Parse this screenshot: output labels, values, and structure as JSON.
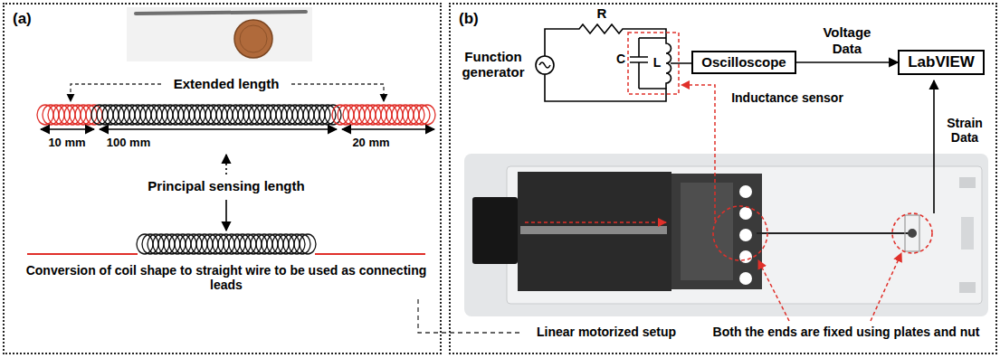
{
  "diagram": {
    "nodes": [
      {
        "text": [
          "(a)"
        ]
      },
      {
        "text": [
          "(b)"
        ]
      },
      {
        "text": [
          "Oscilloscope"
        ],
        "in": 1
      },
      {
        "text": [
          "LabVIEW"
        ],
        "in": 1
      }
    ],
    "edges": [
      {
        "from": 2,
        "to": 3,
        "arrow": "to",
        "label": "Voltage Data"
      }
    ],
    "labels": [
      "Extended length",
      "10 mm",
      "100 mm",
      "20 mm",
      "Principal sensing length",
      "Conversion of coil shape to straight wire to be used as connecting leads",
      "R",
      "C",
      "L",
      "Function generator",
      "Inductance sensor",
      "Strain Data",
      "Linear motorized setup",
      "Both the ends are fixed using plates and nut"
    ]
  }
}
